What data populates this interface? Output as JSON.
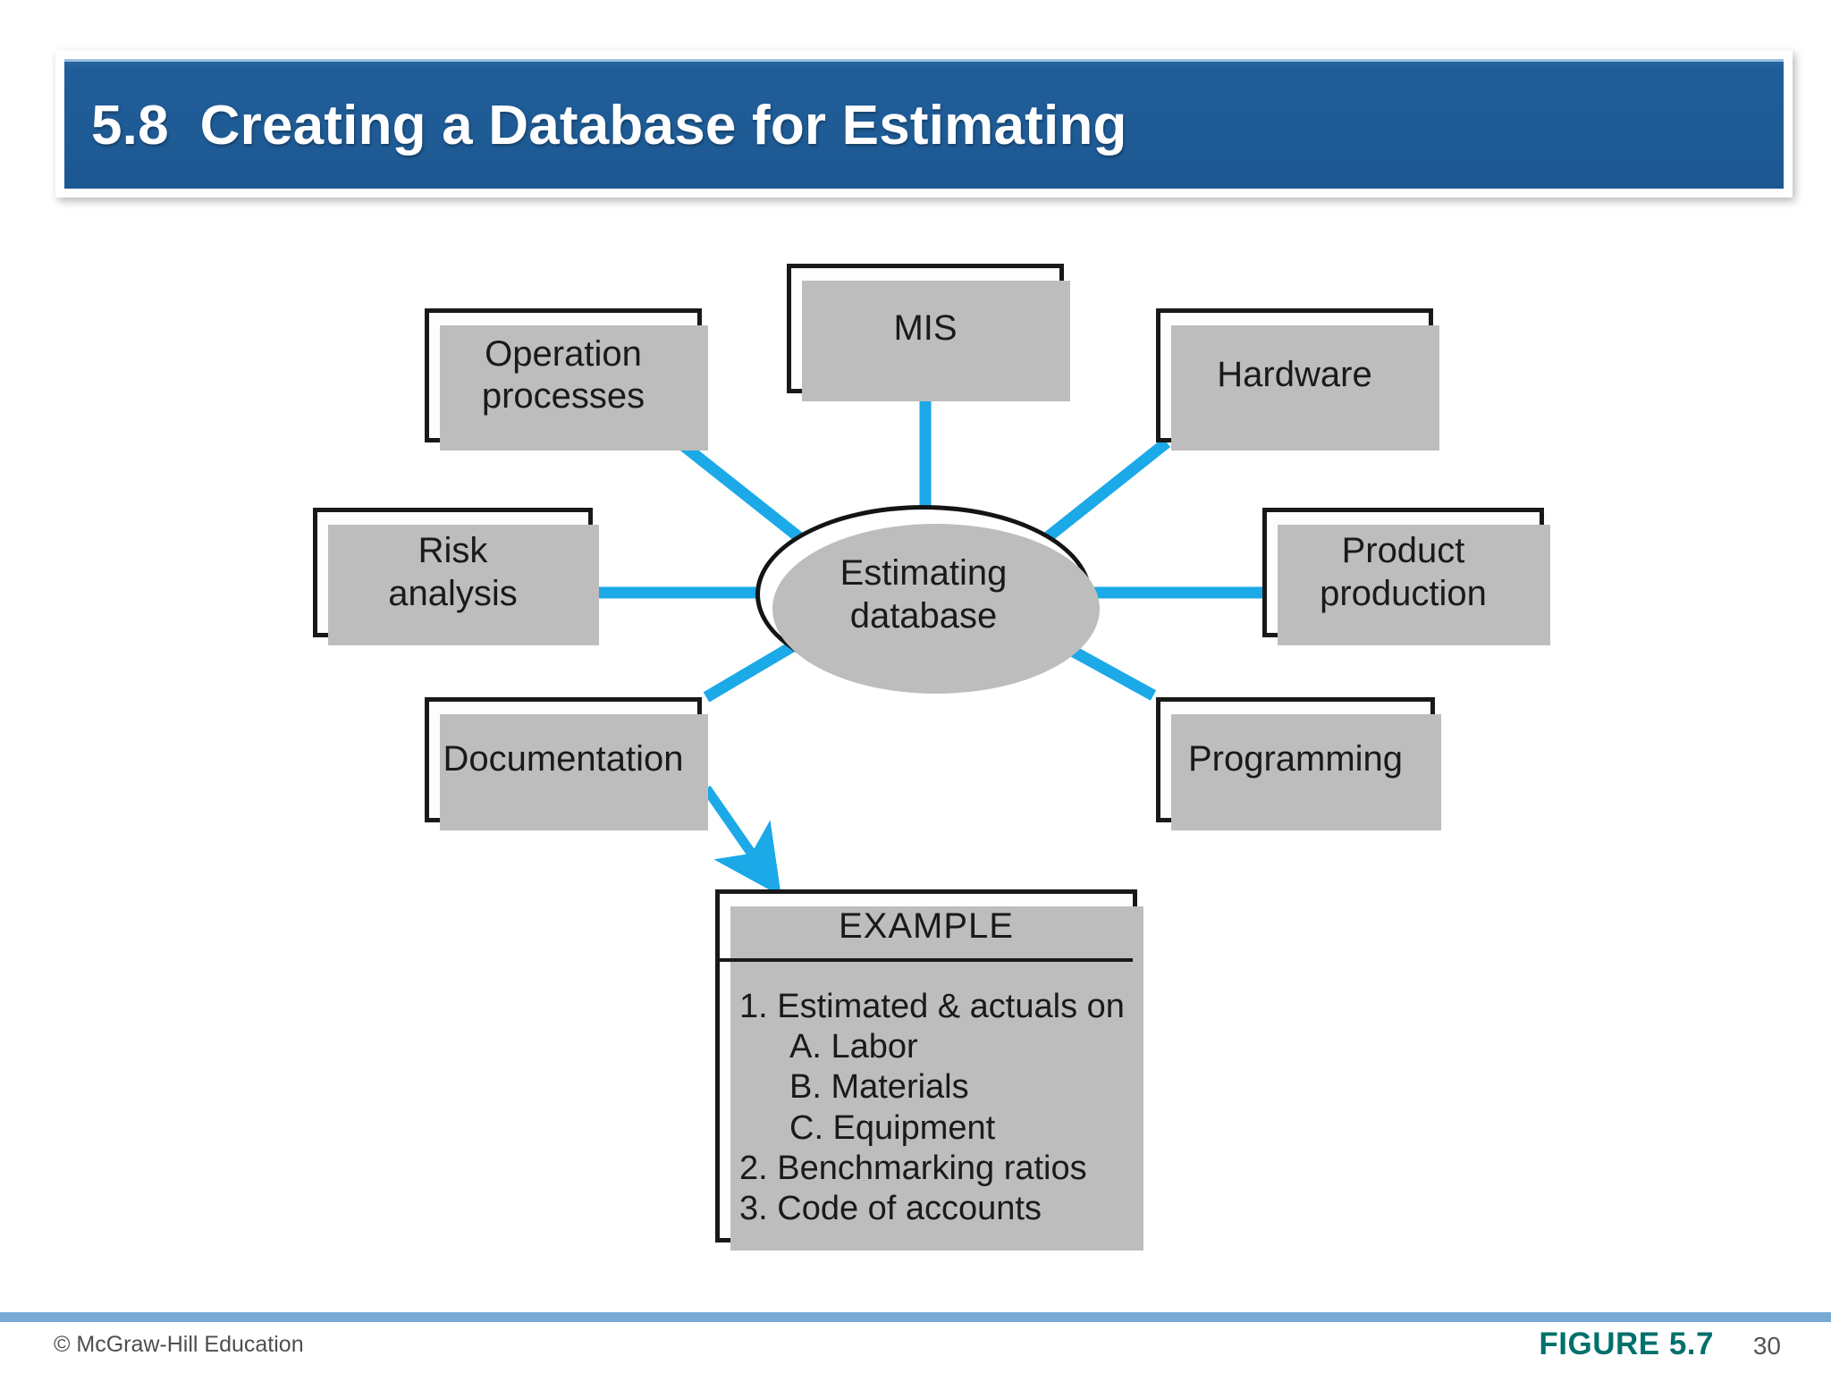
{
  "slide": {
    "title": "5.8  Creating a Database for Estimating",
    "title_bar_color": "#1f5c96",
    "link_color": "#1BA9E8"
  },
  "diagram": {
    "center": {
      "label": "Estimating\ndatabase"
    },
    "nodes": [
      {
        "id": "operation-processes",
        "label": "Operation\nprocesses"
      },
      {
        "id": "mis",
        "label": "MIS"
      },
      {
        "id": "hardware",
        "label": "Hardware"
      },
      {
        "id": "risk-analysis",
        "label": "Risk\nanalysis"
      },
      {
        "id": "product-production",
        "label": "Product\nproduction"
      },
      {
        "id": "documentation",
        "label": "Documentation"
      },
      {
        "id": "programming",
        "label": "Programming"
      }
    ],
    "example": {
      "header": "EXAMPLE",
      "items": [
        "1. Estimated & actuals on",
        "A. Labor",
        "B. Materials",
        "C. Equipment",
        "2. Benchmarking ratios",
        "3. Code of accounts"
      ]
    }
  },
  "footer": {
    "copyright": "© McGraw-Hill Education",
    "figure": "FIGURE 5.7",
    "page": "30",
    "figure_color": "#00706b",
    "rule_color": "#77a9d4"
  }
}
